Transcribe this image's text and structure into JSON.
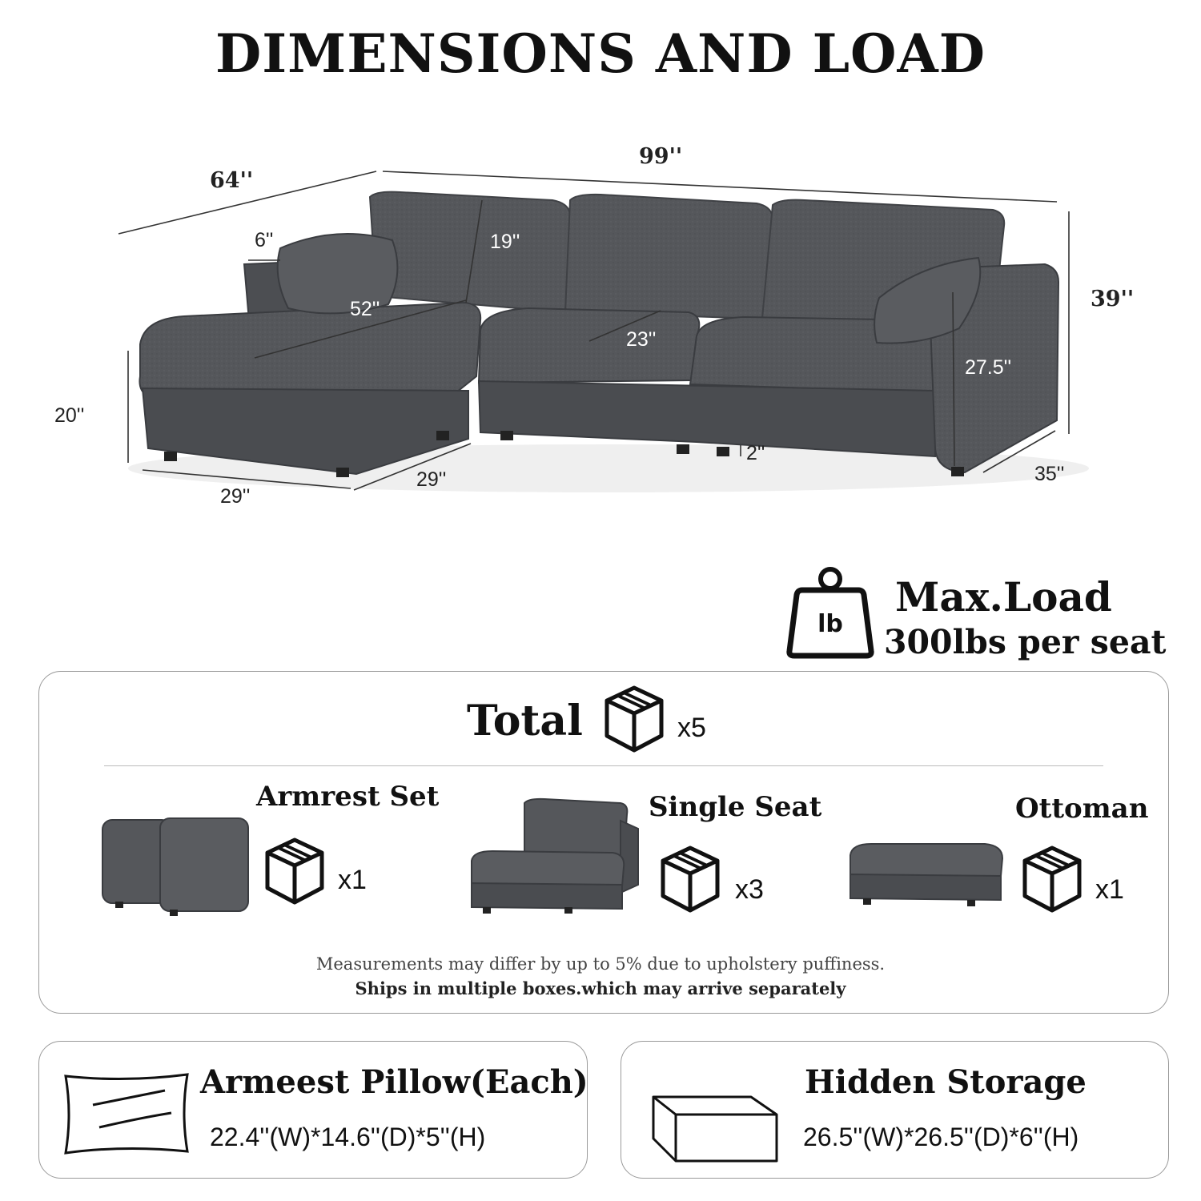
{
  "title": "DIMENSIONS AND LOAD",
  "dimensions": {
    "depth_total": "64''",
    "width_total": "99''",
    "height_total": "39''",
    "arm_width": "6''",
    "back_height": "19''",
    "chaise_length": "52''",
    "seat_depth": "23''",
    "arm_height": "27.5''",
    "seat_height": "20''",
    "ottoman_width": "29''",
    "ottoman_depth": "29''",
    "leg_height": "2''",
    "side_depth": "35''"
  },
  "load": {
    "icon_label": "lb",
    "title": "Max.Load",
    "value": "300lbs per seat"
  },
  "boxes": {
    "total_label": "Total",
    "total_qty": "x5",
    "items": [
      {
        "label": "Armrest Set",
        "qty": "x1"
      },
      {
        "label": "Single Seat",
        "qty": "x3"
      },
      {
        "label": "Ottoman",
        "qty": "x1"
      }
    ],
    "note": "Measurements may differ by up to 5% due to upholstery puffiness.",
    "shipping_note": "Ships in multiple boxes.which may arrive separately"
  },
  "pillow": {
    "title": "Armeest Pillow(Each)",
    "dims": "22.4''(W)*14.6''(D)*5''(H)"
  },
  "storage": {
    "title": "Hidden Storage",
    "dims": "26.5''(W)*26.5''(D)*6''(H)"
  },
  "colors": {
    "sofa": "#54565a",
    "sofa_dark": "#3f4145",
    "sofa_light": "#6a6c70",
    "border": "#9a9a9a"
  }
}
